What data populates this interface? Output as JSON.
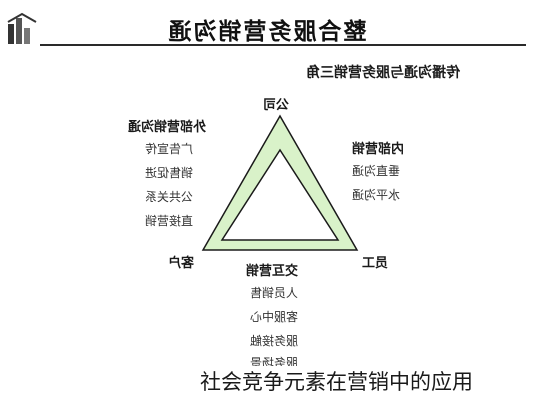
{
  "header": {
    "title": "整合服务营销沟通"
  },
  "diagram": {
    "subtitle": "传播沟通与服务营销三角",
    "vertices": {
      "top": "公司",
      "left": "客户",
      "right": "员工"
    },
    "external": {
      "title": "外部营销沟通",
      "items": [
        "广告宣传",
        "销售促进",
        "公共关系",
        "直接营销"
      ]
    },
    "internal": {
      "title": "内部营销",
      "items": [
        "垂直沟通",
        "水平沟通"
      ]
    },
    "interactive": {
      "title": "交互营销",
      "items": [
        "人员销售",
        "客服中心",
        "服务接触",
        "服务场景"
      ]
    }
  },
  "caption": "社会竞争元素在营销中的应用",
  "colors": {
    "triangle_fill": "#d9f2c9",
    "triangle_stroke": "#1a1a1a",
    "title_rule": "#2a2a2a"
  }
}
